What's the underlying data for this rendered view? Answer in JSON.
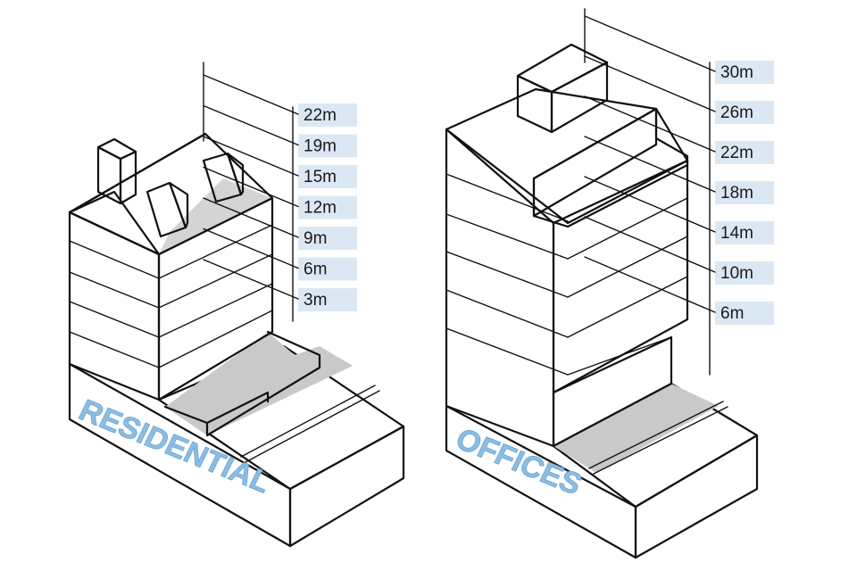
{
  "buildings": {
    "residential": {
      "name": "RESIDENTIAL",
      "levels": [
        "22m",
        "19m",
        "15m",
        "12m",
        "9m",
        "6m",
        "3m"
      ]
    },
    "offices": {
      "name": "OFFICES",
      "levels": [
        "30m",
        "26m",
        "22m",
        "18m",
        "14m",
        "10m",
        "6m"
      ]
    }
  },
  "colors": {
    "pale_blue": "#dfeaf5",
    "mid_blue": "#a9c9e4",
    "deep_blue": "#7fb3dc",
    "side_gray": "#8fa3b5",
    "shadow_gray": "#c9c9c9",
    "tag_bg": "#dbe8f4"
  }
}
